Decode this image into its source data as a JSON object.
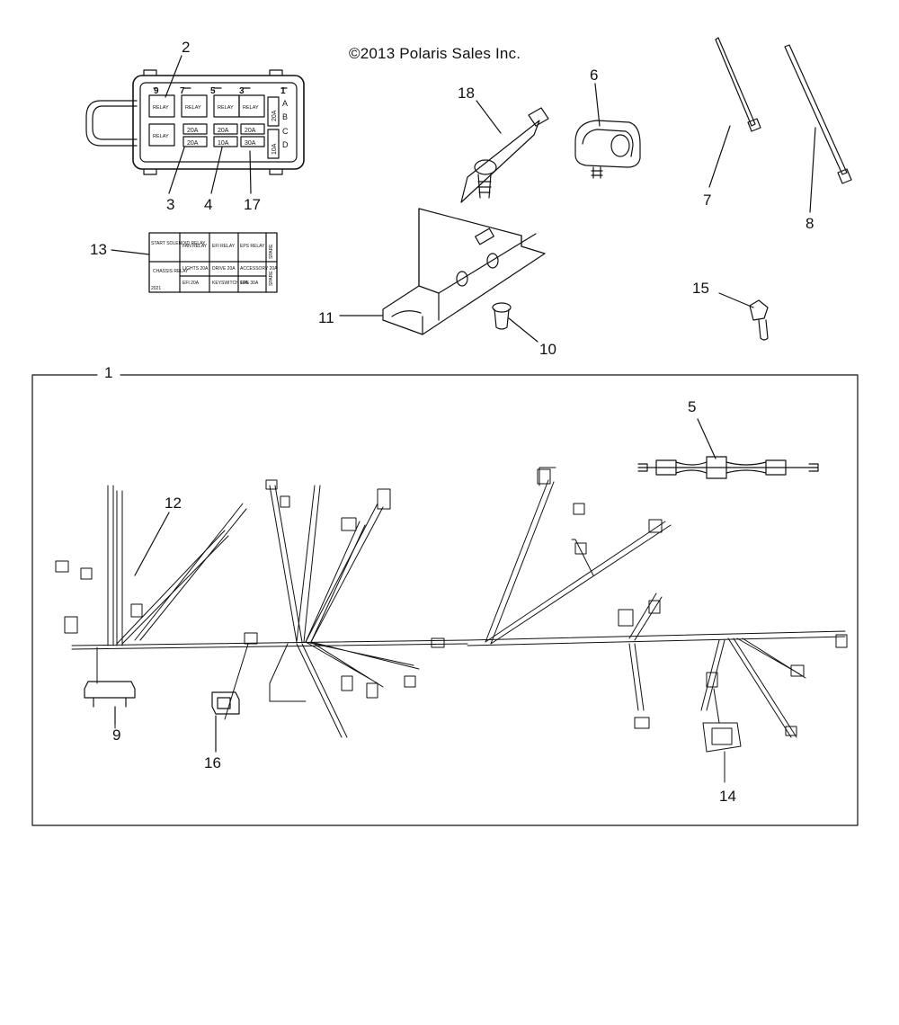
{
  "copyright": "©2013 Polaris Sales Inc.",
  "callouts": {
    "c1": "1",
    "c2": "2",
    "c3": "3",
    "c4": "4",
    "c5": "5",
    "c6": "6",
    "c7": "7",
    "c8": "8",
    "c9": "9",
    "c10": "10",
    "c11": "11",
    "c12": "12",
    "c13": "13",
    "c14": "14",
    "c15": "15",
    "c16": "16",
    "c17": "17",
    "c18": "18"
  },
  "fuse_box": {
    "slot_numbers": [
      "9",
      "7",
      "5",
      "3",
      "1"
    ],
    "row_letters": [
      "A",
      "B",
      "C",
      "D"
    ],
    "relay_label": "RELAY",
    "fuses_row_b": [
      "20A",
      "20A",
      "20A"
    ],
    "fuses_row_c": [
      "20A",
      "10A",
      "30A"
    ],
    "side_fuses": [
      "20A",
      "10A"
    ]
  },
  "decal": {
    "row1": [
      "START SOLENOID RELAY",
      "FAN RELAY",
      "EFI RELAY",
      "EPS RELAY",
      "SPARE"
    ],
    "row2_label": "CHASSIS RELAY",
    "row2_top": [
      "LIGHTS 20A",
      "DRIVE 20A",
      "ACCESSORY 20A",
      "SPARE"
    ],
    "row2_bottom": [
      "EFI 20A",
      "KEYSWITCH 10A",
      "EPS 30A"
    ],
    "part_no": "2021"
  }
}
